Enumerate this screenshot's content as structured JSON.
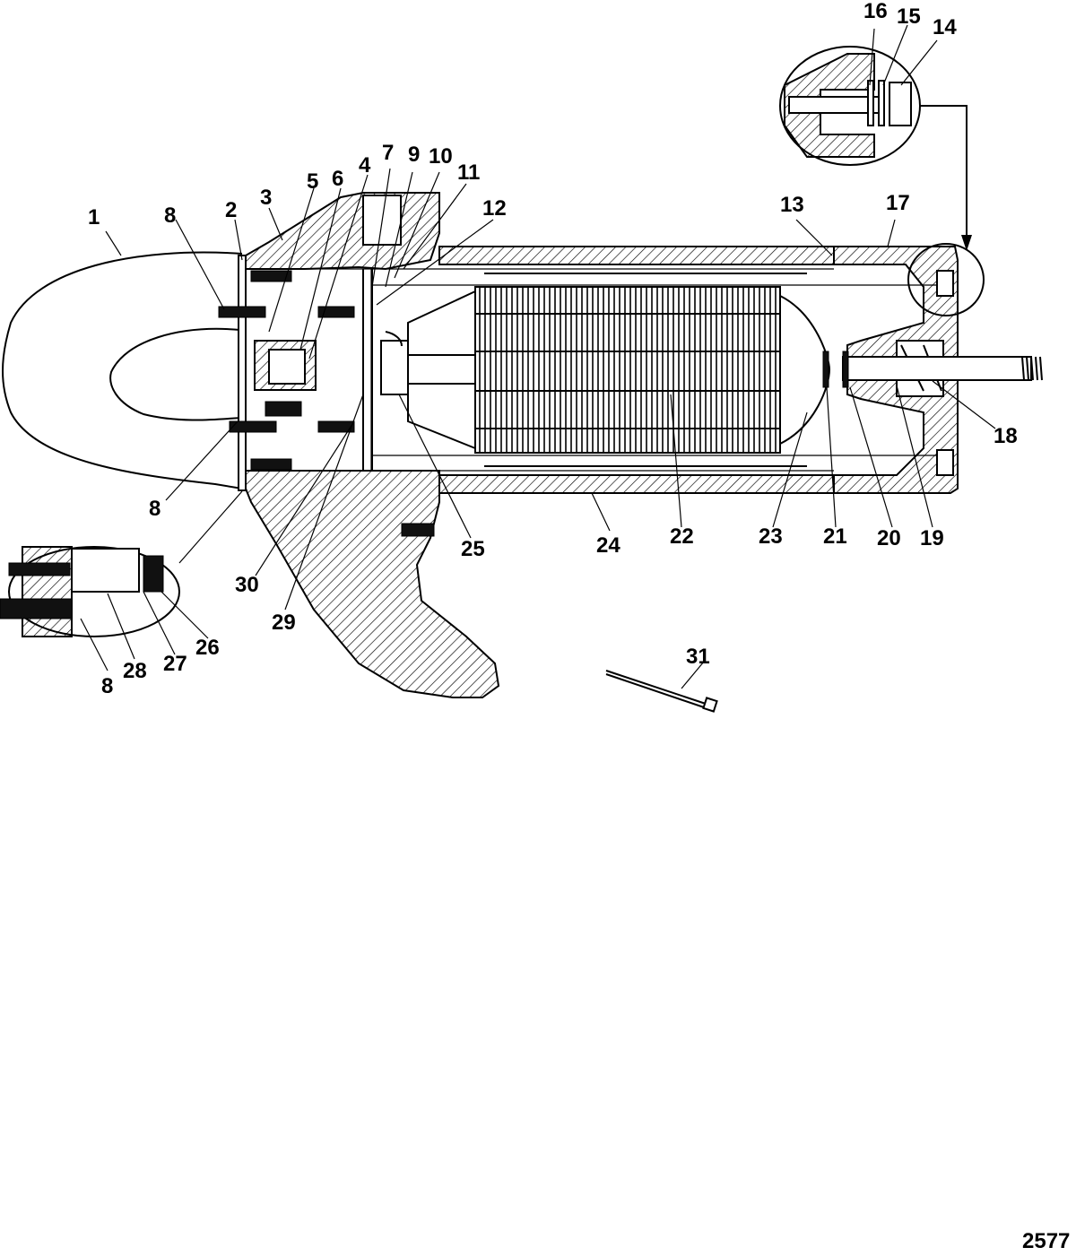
{
  "figure_number": "2577",
  "callouts": [
    {
      "id": "1",
      "label": "1"
    },
    {
      "id": "2",
      "label": "2"
    },
    {
      "id": "3",
      "label": "3"
    },
    {
      "id": "4",
      "label": "4"
    },
    {
      "id": "5",
      "label": "5"
    },
    {
      "id": "6",
      "label": "6"
    },
    {
      "id": "7",
      "label": "7"
    },
    {
      "id": "8a",
      "label": "8"
    },
    {
      "id": "8b",
      "label": "8"
    },
    {
      "id": "8c",
      "label": "8"
    },
    {
      "id": "9",
      "label": "9"
    },
    {
      "id": "10",
      "label": "10"
    },
    {
      "id": "11",
      "label": "11"
    },
    {
      "id": "12",
      "label": "12"
    },
    {
      "id": "13",
      "label": "13"
    },
    {
      "id": "14",
      "label": "14"
    },
    {
      "id": "15",
      "label": "15"
    },
    {
      "id": "16",
      "label": "16"
    },
    {
      "id": "17",
      "label": "17"
    },
    {
      "id": "18",
      "label": "18"
    },
    {
      "id": "19",
      "label": "19"
    },
    {
      "id": "20",
      "label": "20"
    },
    {
      "id": "21",
      "label": "21"
    },
    {
      "id": "22",
      "label": "22"
    },
    {
      "id": "23",
      "label": "23"
    },
    {
      "id": "24",
      "label": "24"
    },
    {
      "id": "25",
      "label": "25"
    },
    {
      "id": "26",
      "label": "26"
    },
    {
      "id": "27",
      "label": "27"
    },
    {
      "id": "28",
      "label": "28"
    },
    {
      "id": "29",
      "label": "29"
    },
    {
      "id": "30",
      "label": "30"
    },
    {
      "id": "31",
      "label": "31"
    }
  ]
}
